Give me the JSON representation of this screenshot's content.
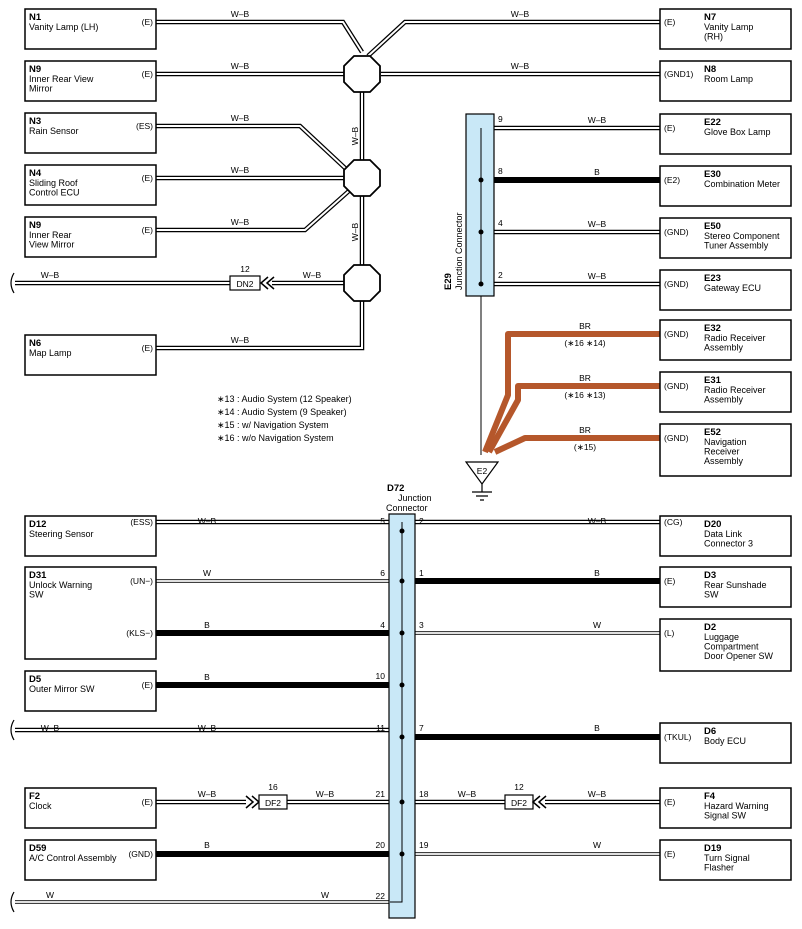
{
  "components": [
    {
      "id": "N1",
      "code": "N1",
      "lines": [
        "Vanity Lamp (LH)"
      ],
      "pin": "(E)"
    },
    {
      "id": "N9a",
      "code": "N9",
      "lines": [
        "Inner Rear View",
        "Mirror"
      ],
      "pin": "(E)"
    },
    {
      "id": "N3",
      "code": "N3",
      "lines": [
        "Rain Sensor"
      ],
      "pin": "(ES)"
    },
    {
      "id": "N4",
      "code": "N4",
      "lines": [
        "Sliding Roof",
        "Control ECU"
      ],
      "pin": "(E)"
    },
    {
      "id": "N9b",
      "code": "N9",
      "lines": [
        "Inner Rear",
        "View Mirror"
      ],
      "pin": "(E)"
    },
    {
      "id": "N6",
      "code": "N6",
      "lines": [
        "Map Lamp"
      ],
      "pin": "(E)"
    },
    {
      "id": "N7",
      "code": "N7",
      "lines": [
        "Vanity Lamp",
        "(RH)"
      ],
      "pin": "(E)"
    },
    {
      "id": "N8",
      "code": "N8",
      "lines": [
        "Room Lamp"
      ],
      "pin": "(GND1)"
    },
    {
      "id": "E22",
      "code": "E22",
      "lines": [
        "Glove Box Lamp"
      ],
      "pin": "(E)"
    },
    {
      "id": "E30",
      "code": "E30",
      "lines": [
        "Combination Meter"
      ],
      "pin": "(E2)"
    },
    {
      "id": "E50",
      "code": "E50",
      "lines": [
        "Stereo Component",
        "Tuner Assembly"
      ],
      "pin": "(GND)"
    },
    {
      "id": "E23",
      "code": "E23",
      "lines": [
        "Gateway ECU"
      ],
      "pin": "(GND)"
    },
    {
      "id": "E32",
      "code": "E32",
      "lines": [
        "Radio Receiver",
        "Assembly"
      ],
      "pin": "(GND)"
    },
    {
      "id": "E31",
      "code": "E31",
      "lines": [
        "Radio Receiver",
        "Assembly"
      ],
      "pin": "(GND)"
    },
    {
      "id": "E52",
      "code": "E52",
      "lines": [
        "Navigation",
        "Receiver",
        "Assembly"
      ],
      "pin": "(GND)"
    },
    {
      "id": "D12",
      "code": "D12",
      "lines": [
        "Steering Sensor"
      ],
      "pin": "(ESS)"
    },
    {
      "id": "D31",
      "code": "D31",
      "lines": [
        "Unlock Warning",
        "SW"
      ],
      "pin": "(UN−)",
      "pin2": "(KLS−)"
    },
    {
      "id": "D5",
      "code": "D5",
      "lines": [
        "Outer Mirror SW"
      ],
      "pin": "(E)"
    },
    {
      "id": "F2",
      "code": "F2",
      "lines": [
        "Clock"
      ],
      "pin": "(E)"
    },
    {
      "id": "D59",
      "code": "D59",
      "lines": [
        "A/C Control Assembly"
      ],
      "pin": "(GND)"
    },
    {
      "id": "D20",
      "code": "D20",
      "lines": [
        "Data Link",
        "Connector 3"
      ],
      "pin": "(CG)"
    },
    {
      "id": "D3",
      "code": "D3",
      "lines": [
        "Rear Sunshade",
        "SW"
      ],
      "pin": "(E)"
    },
    {
      "id": "D2",
      "code": "D2",
      "lines": [
        "Luggage",
        "Compartment",
        "Door Opener SW"
      ],
      "pin": "(L)"
    },
    {
      "id": "D6",
      "code": "D6",
      "lines": [
        "Body ECU"
      ],
      "pin": "(TKUL)"
    },
    {
      "id": "F4",
      "code": "F4",
      "lines": [
        "Hazard Warning",
        "Signal SW"
      ],
      "pin": "(E)"
    },
    {
      "id": "D19",
      "code": "D19",
      "lines": [
        "Turn Signal",
        "Flasher"
      ],
      "pin": "(E)"
    }
  ],
  "wire_labels": {
    "wb": "W–B",
    "b": "B",
    "w": "W",
    "br": "BR"
  },
  "junctions": {
    "E29": {
      "code": "E29",
      "name": "Junction Connector",
      "pins": {
        "p9": "9",
        "p8": "8",
        "p4": "4",
        "p2": "2"
      }
    },
    "D72": {
      "code": "D72",
      "name_l1": "Junction",
      "name_l2": "Connector",
      "left_pins": {
        "p5": "5",
        "p6": "6",
        "p4": "4",
        "p10": "10",
        "p11": "11",
        "p21": "21",
        "p20": "20",
        "p22": "22"
      },
      "right_pins": {
        "p2": "2",
        "p1": "1",
        "p3": "3",
        "p7": "7",
        "p18": "18",
        "p19": "19"
      }
    }
  },
  "connectors": {
    "DN2": {
      "label": "DN2",
      "pin": "12"
    },
    "DF2_left": {
      "label": "DF2",
      "pin": "16"
    },
    "DF2_right": {
      "label": "DF2",
      "pin": "12"
    }
  },
  "ground": {
    "label": "E2"
  },
  "conditions": {
    "e32": "(∗16 ∗14)",
    "e31": "(∗16 ∗13)",
    "e52": "(∗15)"
  },
  "legend": [
    "∗13 : Audio System (12 Speaker)",
    "∗14 : Audio System (9 Speaker)",
    "∗15 : w/ Navigation System",
    "∗16 : w/o Navigation System"
  ],
  "colors": {
    "br_wire": "#b5572b",
    "junction_fill": "#c9e8f7",
    "wire": "#000000"
  }
}
